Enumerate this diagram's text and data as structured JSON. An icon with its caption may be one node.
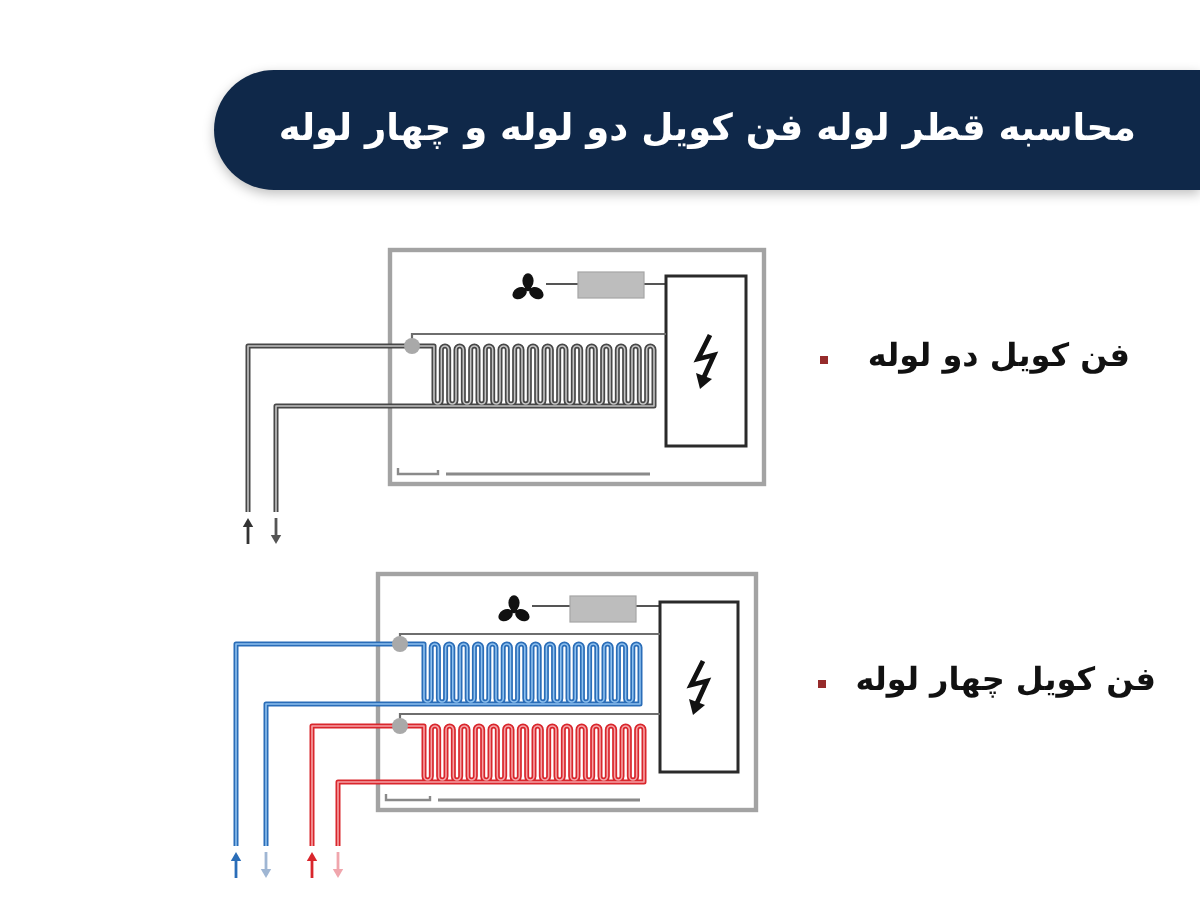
{
  "diagram": {
    "title": "محاسبه قطر لوله فن کویل دو لوله و چهار لوله",
    "labels": [
      "فن کویل دو لوله",
      "فن کویل چهار لوله"
    ]
  }
}
